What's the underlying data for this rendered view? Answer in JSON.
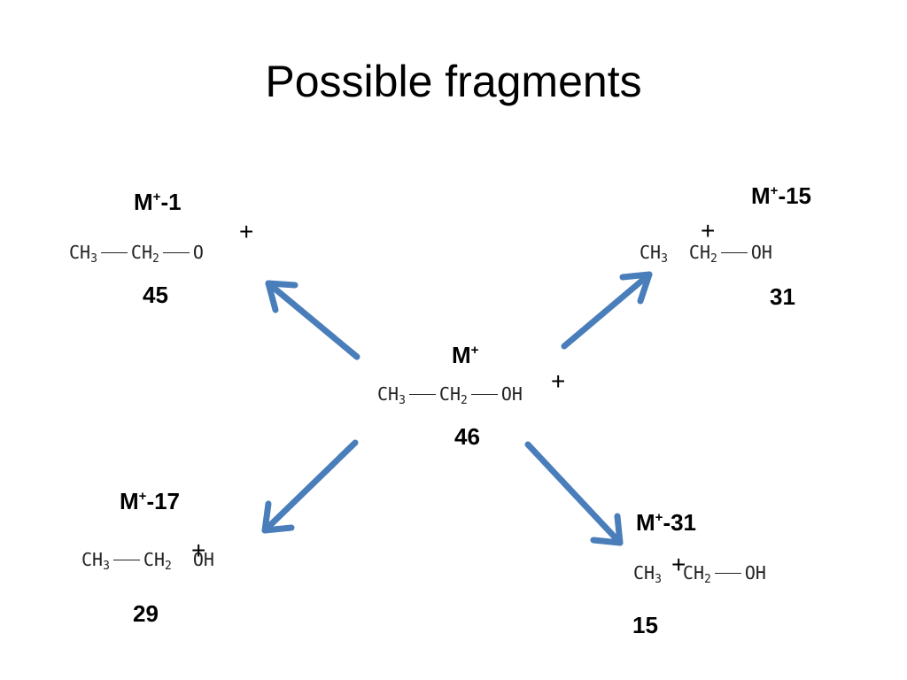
{
  "slide": {
    "title": "Possible fragments"
  },
  "parent": {
    "label": "M",
    "charge": "+",
    "formula": {
      "a": "CH",
      "a_sub": "3",
      "b": "CH",
      "b_sub": "2",
      "c": "OH"
    },
    "plus": "+",
    "mass": "46"
  },
  "fragments": {
    "top_left": {
      "label_m": "M",
      "label_charge": "+",
      "label_rest": "-1",
      "formula": {
        "a": "CH",
        "a_sub": "3",
        "b": "CH",
        "b_sub": "2",
        "c": "O"
      },
      "plus": "+",
      "mass": "45"
    },
    "top_right": {
      "label_m": "M",
      "label_charge": "+",
      "label_rest": "-15",
      "formula": {
        "a": "CH",
        "a_sub": "3",
        "b": "CH",
        "b_sub": "2",
        "c": "OH"
      },
      "plus": "+",
      "mass": "31"
    },
    "bottom_left": {
      "label_m": "M",
      "label_charge": "+",
      "label_rest": "-17",
      "formula": {
        "a": "CH",
        "a_sub": "3",
        "b": "CH",
        "b_sub": "2",
        "c": "OH"
      },
      "plus": "+",
      "mass": "29"
    },
    "bottom_right": {
      "label_m": "M",
      "label_charge": "+",
      "label_rest": "-31",
      "formula": {
        "a": "CH",
        "a_sub": "3",
        "b": "CH",
        "b_sub": "2",
        "c": "OH"
      },
      "plus": "+",
      "mass": "15"
    }
  },
  "colors": {
    "arrow": "#4a7ebb",
    "text": "#000000",
    "background": "#ffffff"
  }
}
